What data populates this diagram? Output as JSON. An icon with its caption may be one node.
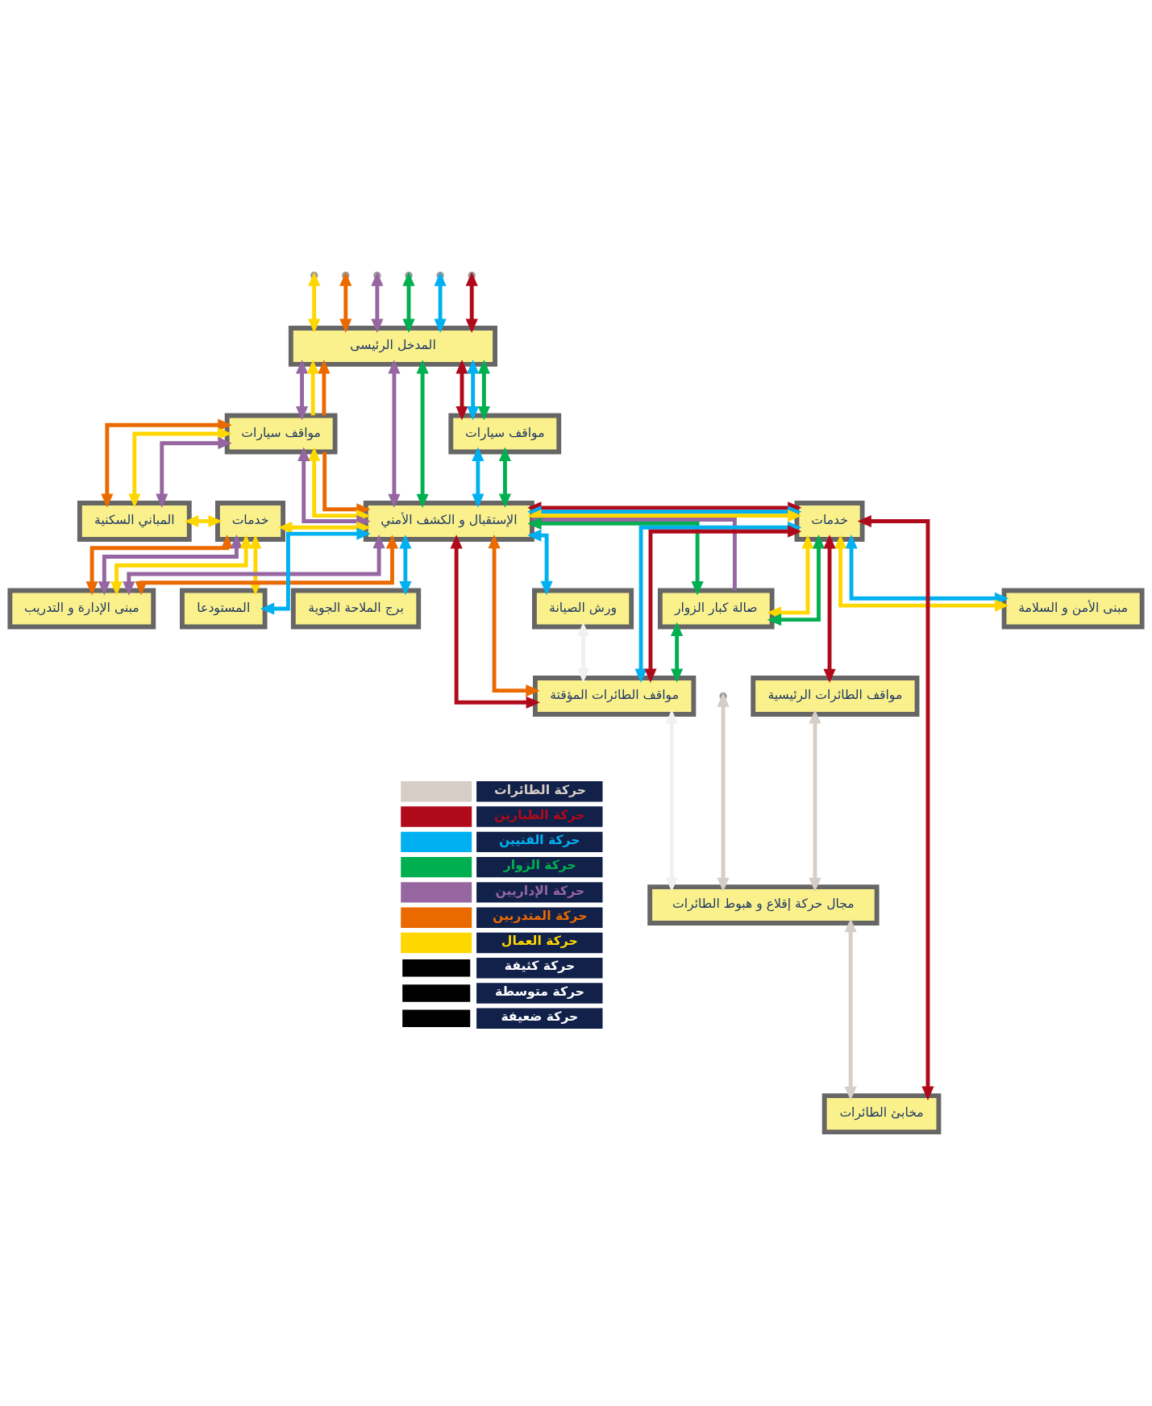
{
  "diagram": {
    "nodes": [
      {
        "text": [
          "المدخل الرئيسى"
        ]
      },
      {
        "text": [
          "مواقف سيارات"
        ]
      },
      {
        "text": [
          "مواقف سيارات"
        ]
      },
      {
        "text": [
          "المباني السكنية"
        ]
      },
      {
        "text": [
          "خدمات"
        ]
      },
      {
        "text": [
          "الإستقبال و الكشف الأمني"
        ]
      },
      {
        "text": [
          "خدمات"
        ]
      },
      {
        "text": [
          "مبنى الإدارة و التدريب"
        ]
      },
      {
        "text": [
          "صالة كبار الزوار"
        ]
      },
      {
        "text": [
          "مبنى الأمن و السلامة"
        ]
      },
      {
        "text": [
          "برج الملاحة الجوية"
        ]
      },
      {
        "text": [
          "المستودعا"
        ]
      },
      {
        "text": [
          "ورش الصيانة"
        ]
      },
      {
        "text": [
          "مواقف الطائرات المؤقتة"
        ]
      },
      {
        "text": [
          "مواقف الطائرات الرئيسية"
        ]
      },
      {
        "text": [
          "مجال حركة إقلاع و هبوط الطائرات"
        ]
      },
      {
        "text": [
          "مخابئ الطائرات"
        ]
      }
    ],
    "edges": [
      {
        "from": null,
        "to": 0,
        "arrow": "both",
        "color": "#ffd700"
      },
      {
        "from": null,
        "to": 0,
        "arrow": "both",
        "color": "#eb6a00"
      },
      {
        "from": null,
        "to": 0,
        "arrow": "both",
        "color": "#9566a0"
      },
      {
        "from": null,
        "to": 0,
        "arrow": "both",
        "color": "#00b050"
      },
      {
        "from": null,
        "to": 0,
        "arrow": "both",
        "color": "#00b0f0"
      },
      {
        "from": null,
        "to": 0,
        "arrow": "both",
        "color": "#b0091a"
      },
      {
        "from": 1,
        "to": 0,
        "arrow": "to",
        "color": "#ffd700"
      },
      {
        "from": 1,
        "to": 0,
        "arrow": "to",
        "color": "#eb6a00"
      },
      {
        "from": 0,
        "to": 1,
        "arrow": "both",
        "color": "#9566a0"
      },
      {
        "from": 0,
        "to": 5,
        "arrow": "both",
        "color": "#9566a0"
      },
      {
        "from": 0,
        "to": 5,
        "arrow": "both",
        "color": "#00b050"
      },
      {
        "from": 0,
        "to": 2,
        "arrow": "both",
        "color": "#b0091a"
      },
      {
        "from": 0,
        "to": 2,
        "arrow": "both",
        "color": "#00b0f0"
      },
      {
        "from": 0,
        "to": 2,
        "arrow": "both",
        "color": "#00b050"
      },
      {
        "from": 1,
        "to": 3,
        "arrow": "both",
        "color": "#eb6a00"
      },
      {
        "from": 1,
        "to": 3,
        "arrow": "both",
        "color": "#ffd700"
      },
      {
        "from": 1,
        "to": 3,
        "arrow": "both",
        "color": "#9566a0"
      },
      {
        "from": 1,
        "to": 5,
        "arrow": "to",
        "color": "#eb6a00"
      },
      {
        "from": 1,
        "to": 5,
        "arrow": "both",
        "color": "#ffd700"
      },
      {
        "from": 1,
        "to": 5,
        "arrow": "both",
        "color": "#9566a0"
      },
      {
        "from": 5,
        "to": 2,
        "arrow": "both",
        "color": "#00b0f0"
      },
      {
        "from": 5,
        "to": 2,
        "arrow": "both",
        "color": "#00b050"
      },
      {
        "from": 3,
        "to": 4,
        "arrow": "both",
        "color": "#ffd700"
      },
      {
        "from": 4,
        "to": 5,
        "arrow": "both",
        "color": "#ffd700"
      },
      {
        "from": 4,
        "to": 7,
        "arrow": "both",
        "color": "#eb6a00"
      },
      {
        "from": 4,
        "to": 7,
        "arrow": "both",
        "color": "#9566a0"
      },
      {
        "from": 4,
        "to": 7,
        "arrow": "both",
        "color": "#ffd700"
      },
      {
        "from": 4,
        "to": 11,
        "arrow": "both",
        "color": "#ffd700"
      },
      {
        "from": 5,
        "to": 7,
        "arrow": "both",
        "color": "#9566a0"
      },
      {
        "from": 5,
        "to": 7,
        "arrow": "both",
        "color": "#eb6a00"
      },
      {
        "from": 5,
        "to": 6,
        "arrow": "both",
        "color": "#b0091a"
      },
      {
        "from": 5,
        "to": 6,
        "arrow": "both",
        "color": "#00b0f0"
      },
      {
        "from": 5,
        "to": 6,
        "arrow": "both",
        "color": "#ffd700"
      },
      {
        "from": 5,
        "to": 8,
        "arrow": "none",
        "color": "#9566a0"
      },
      {
        "from": 5,
        "to": 8,
        "arrow": "both",
        "color": "#00b050"
      },
      {
        "from": 5,
        "to": 11,
        "arrow": "both",
        "color": "#00b0f0"
      },
      {
        "from": 5,
        "to": 13,
        "arrow": "both",
        "color": "#eb6a00"
      },
      {
        "from": 5,
        "to": 13,
        "arrow": "both",
        "color": "#b0091a"
      },
      {
        "from": 5,
        "to": 12,
        "arrow": "both",
        "color": "#00b0f0"
      },
      {
        "from": 5,
        "to": 10,
        "arrow": "both",
        "color": "#00b0f0"
      },
      {
        "from": 6,
        "to": 8,
        "arrow": "both",
        "color": "#ffd700"
      },
      {
        "from": 6,
        "to": 8,
        "arrow": "both",
        "color": "#00b050"
      },
      {
        "from": 6,
        "to": 16,
        "arrow": "both",
        "color": "#b0091a"
      },
      {
        "from": 6,
        "to": 14,
        "arrow": "both",
        "color": "#b0091a"
      },
      {
        "from": 6,
        "to": 9,
        "arrow": "both",
        "color": "#00b0f0"
      },
      {
        "from": 6,
        "to": 9,
        "arrow": "both",
        "color": "#ffd700"
      },
      {
        "from": 6,
        "to": 13,
        "arrow": "both",
        "color": "#00b0f0"
      },
      {
        "from": 6,
        "to": 13,
        "arrow": "both",
        "color": "#b0091a"
      },
      {
        "from": 8,
        "to": 13,
        "arrow": "both",
        "color": "#00b050"
      },
      {
        "from": 12,
        "to": 13,
        "arrow": "both",
        "color": "#f0f0f0"
      },
      {
        "from": 13,
        "to": 15,
        "arrow": "both",
        "color": "#f0f0f0"
      },
      {
        "from": 15,
        "to": 14,
        "arrow": "both",
        "color": "#d5cdc6"
      },
      {
        "from": 15,
        "to": 16,
        "arrow": "both",
        "color": "#d5cdc6"
      },
      {
        "from": null,
        "to": 15,
        "arrow": "both",
        "color": "#d5cdc6"
      }
    ],
    "legend": [
      {
        "text": "حركة الطائرات",
        "color": "#d5cdc6"
      },
      {
        "text": "حركة الطيارين",
        "color": "#b0091a"
      },
      {
        "text": "حركة الفنيين",
        "color": "#00b0f0"
      },
      {
        "text": "حركة الزوار",
        "color": "#00b050"
      },
      {
        "text": "حركة الإداريين",
        "color": "#9566a0"
      },
      {
        "text": "حركة المتدربين",
        "color": "#eb6a00"
      },
      {
        "text": "حركة العمال",
        "color": "#ffd700"
      },
      {
        "text": "حركة كثيفة"
      },
      {
        "text": "حركة متوسطة"
      },
      {
        "text": "حركة ضعيفة"
      }
    ]
  }
}
